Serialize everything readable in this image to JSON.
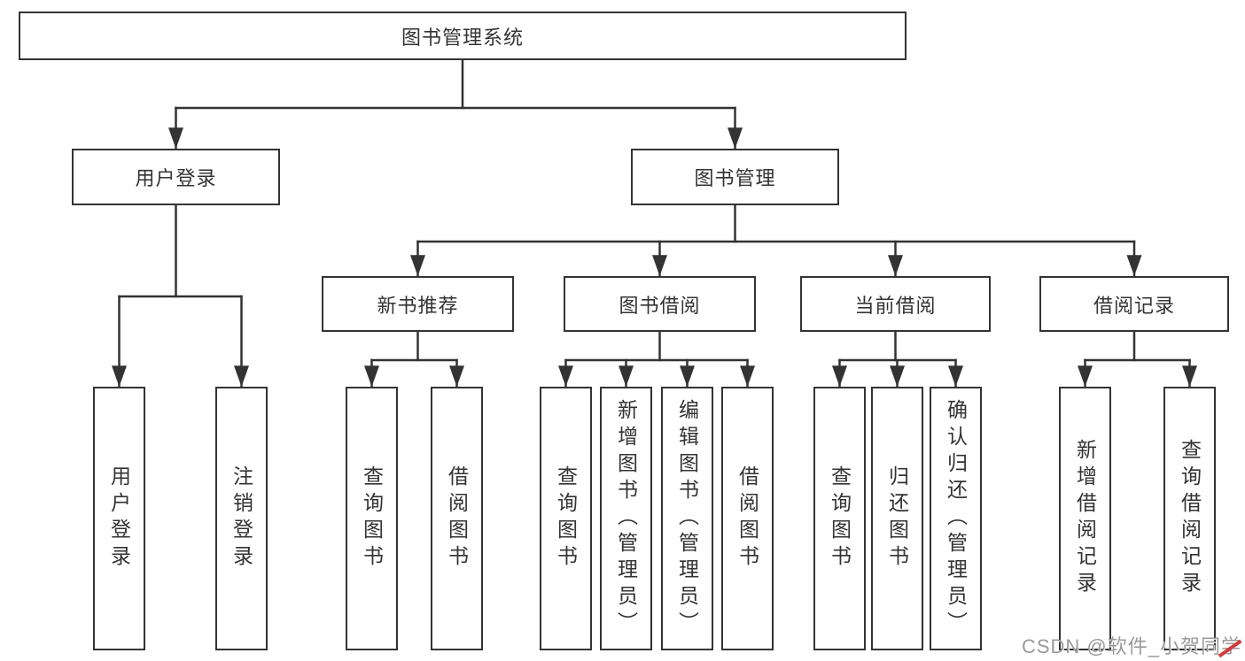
{
  "diagram": {
    "root": {
      "label": "图书管理系统"
    },
    "level2": [
      {
        "id": "user-login",
        "label": "用户登录"
      },
      {
        "id": "book-management",
        "label": "图书管理"
      }
    ],
    "level3": [
      {
        "id": "new-book-recommend",
        "label": "新书推荐"
      },
      {
        "id": "book-borrow",
        "label": "图书借阅"
      },
      {
        "id": "current-borrow",
        "label": "当前借阅"
      },
      {
        "id": "borrow-records",
        "label": "借阅记录"
      }
    ],
    "leaves": {
      "user_login": [
        "用户登录",
        "注销登录"
      ],
      "new_book_recommend": [
        "查询图书",
        "借阅图书"
      ],
      "book_borrow": [
        "查询图书",
        "新增图书（管理员）",
        "编辑图书（管理员）",
        "借阅图书"
      ],
      "current_borrow": [
        "查询图书",
        "归还图书",
        "确认归还（管理员）"
      ],
      "borrow_records": [
        "新增借阅记录",
        "查询借阅记录"
      ]
    }
  },
  "watermark": {
    "text": "CSDN @软件_小贺同学"
  },
  "colors": {
    "line": "#333333",
    "box_border": "#333333",
    "box_fill": "#ffffff",
    "text": "#333333",
    "watermark": "#9a9a9a",
    "accent": "#cf3d3d",
    "background": "#ffffff"
  }
}
